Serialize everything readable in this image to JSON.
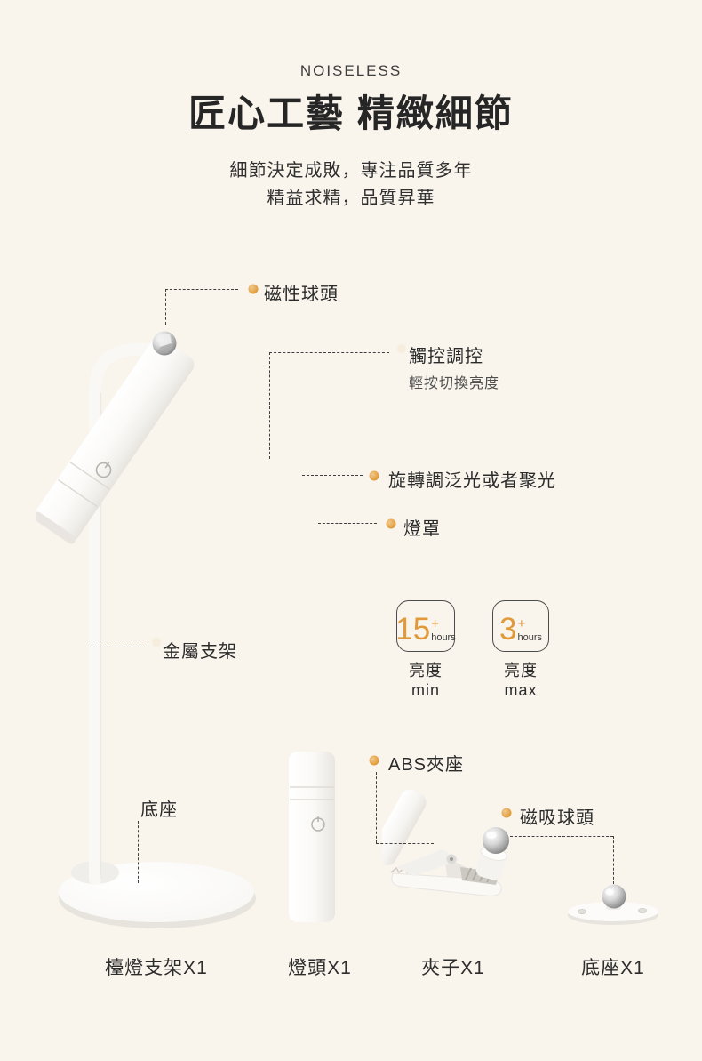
{
  "page": {
    "background_color": "#f9f4ec",
    "accent_color": "#e09a3a",
    "dash_line_color": "#3f3f3f",
    "text_color": "#2b2b2b"
  },
  "header": {
    "eyebrow": "NOISELESS",
    "title": "匠心工藝 精緻細節",
    "subtitle_line1": "細節決定成敗，專注品質多年",
    "subtitle_line2": "精益求精，品質昇華"
  },
  "callouts": {
    "magnetic_ball": "磁性球頭",
    "touch_control": "觸控調控",
    "touch_control_sub": "輕按切換亮度",
    "rotate_focus": "旋轉調泛光或者聚光",
    "lampshade": "燈罩",
    "metal_bracket": "金屬支架",
    "base": "底座",
    "abs_clip": "ABS夾座",
    "magnet_ball_head": "磁吸球頭"
  },
  "badges": [
    {
      "value": "15",
      "plus": "+",
      "unit": "hours",
      "label": "亮度min"
    },
    {
      "value": "3",
      "plus": "+",
      "unit": "hours",
      "label": "亮度max"
    }
  ],
  "parts": [
    {
      "label": "檯燈支架X1"
    },
    {
      "label": "燈頭X1"
    },
    {
      "label": "夾子X1"
    },
    {
      "label": "底座X1"
    }
  ]
}
